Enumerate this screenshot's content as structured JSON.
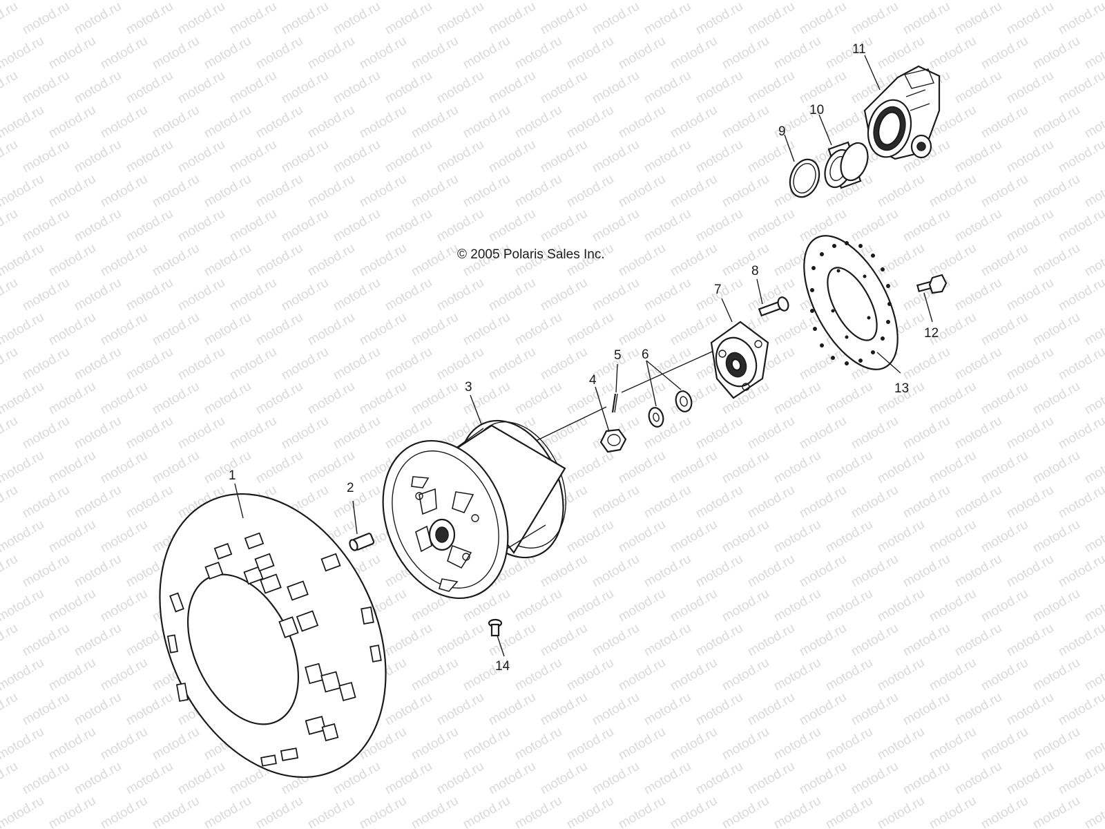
{
  "diagram": {
    "copyright": "© 2005 Polaris Sales Inc.",
    "watermark": "motod.ru",
    "colors": {
      "line": "#1a1a1a",
      "watermark": "#d9d9d9",
      "background": "#ffffff"
    },
    "callouts": [
      "1",
      "2",
      "3",
      "4",
      "5",
      "6",
      "7",
      "8",
      "9",
      "10",
      "11",
      "12",
      "13",
      "14"
    ]
  }
}
